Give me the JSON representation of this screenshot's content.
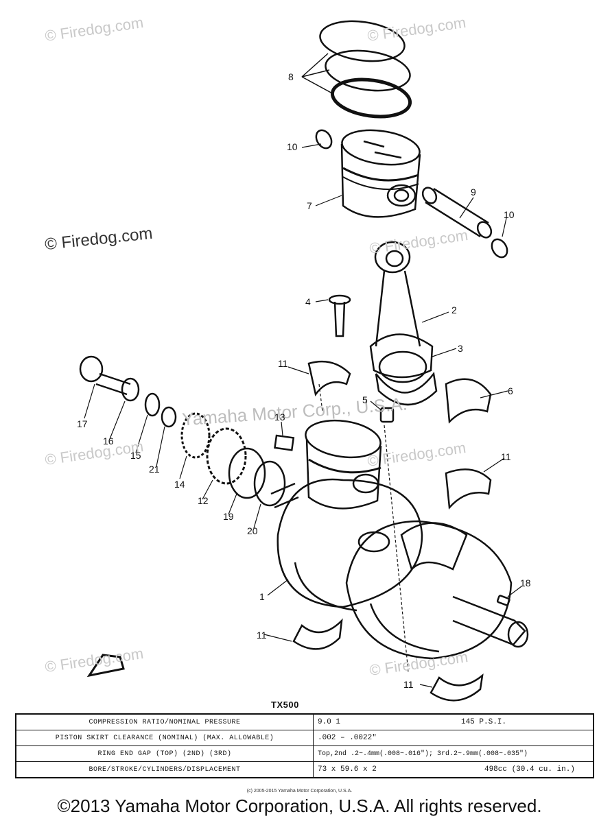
{
  "watermarks": [
    "© Firedog.com",
    "© Firedog.com",
    "© Firedog.com",
    "© Firedog.com",
    "© Firedog.com",
    "© Firedog.com",
    "© Firedog.com",
    "© Firedog.com"
  ],
  "overlay_watermark": "Yamaha Motor Corp., U.S.A.",
  "callouts": [
    "8",
    "10",
    "7",
    "9",
    "10",
    "4",
    "2",
    "3",
    "11",
    "6",
    "5",
    "13",
    "17",
    "16",
    "15",
    "21",
    "14",
    "12",
    "19",
    "20",
    "11",
    "1",
    "18",
    "11",
    "11"
  ],
  "model": "TX500",
  "spec_table": {
    "rows": [
      {
        "label": "COMPRESSION RATIO/NOMINAL PRESSURE",
        "value": "9.0 1",
        "value2": "145 P.S.I."
      },
      {
        "label": "PISTON SKIRT CLEARANCE (NOMINAL) (MAX. ALLOWABLE)",
        "value": ".002 – .0022\"",
        "value2": ""
      },
      {
        "label": "RING END GAP (TOP) (2ND) (3RD)",
        "value": "Top,2nd .2~.4mm(.008~.016\"); 3rd.2~.9mm(.008~.035\")",
        "value2": ""
      },
      {
        "label": "BORE/STROKE/CYLINDERS/DISPLACEMENT",
        "value": "73 x 59.6 x 2",
        "value2": "498cc (30.4 cu. in.)"
      }
    ]
  },
  "small_copyright": "(c) 2005-2015 Yamaha Motor Corporation, U.S.A.",
  "copyright": "©2013 Yamaha Motor Corporation, U.S.A. All rights reserved."
}
